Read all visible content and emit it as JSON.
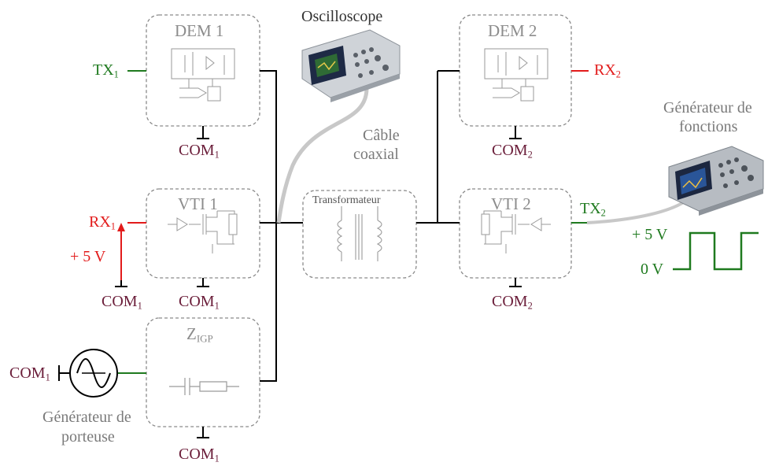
{
  "blocks": {
    "dem1": {
      "label": "DEM 1"
    },
    "dem2": {
      "label": "DEM 2"
    },
    "vti1": {
      "label": "VTI 1"
    },
    "vti2": {
      "label": "VTI 2"
    },
    "zigp": {
      "label": "Z",
      "sub": "IGP"
    },
    "transformer": {
      "label": "Transformateur"
    }
  },
  "signals": {
    "tx1": {
      "label": "TX",
      "sub": "1"
    },
    "rx1": {
      "label": "RX",
      "sub": "1"
    },
    "rx2": {
      "label": "RX",
      "sub": "2"
    },
    "tx2": {
      "label": "TX",
      "sub": "2"
    },
    "plus5v_left": "+ 5 V"
  },
  "grounds": {
    "com_label": "COM",
    "dem1": "1",
    "vti1": "1",
    "rx1_source": "1",
    "zigp": "1",
    "carrier": "1",
    "dem2": "2",
    "vti2": "2"
  },
  "instruments": {
    "oscilloscope": "Oscilloscope",
    "cable_line1": "Câble",
    "cable_line2": "coaxial",
    "function_gen_line1": "Générateur de",
    "function_gen_line2": "fonctions",
    "carrier_gen_line1": "Générateur de",
    "carrier_gen_line2": "porteuse"
  },
  "square_wave": {
    "high_label": "+ 5 V",
    "low_label": "0 V"
  },
  "colors": {
    "block_border": "#8a8a8a",
    "bus": "#000000",
    "tx_green": "#1f7a1f",
    "rx_red": "#e21b1b",
    "com": "#6b1e3a",
    "cable": "#c8c8c8"
  }
}
